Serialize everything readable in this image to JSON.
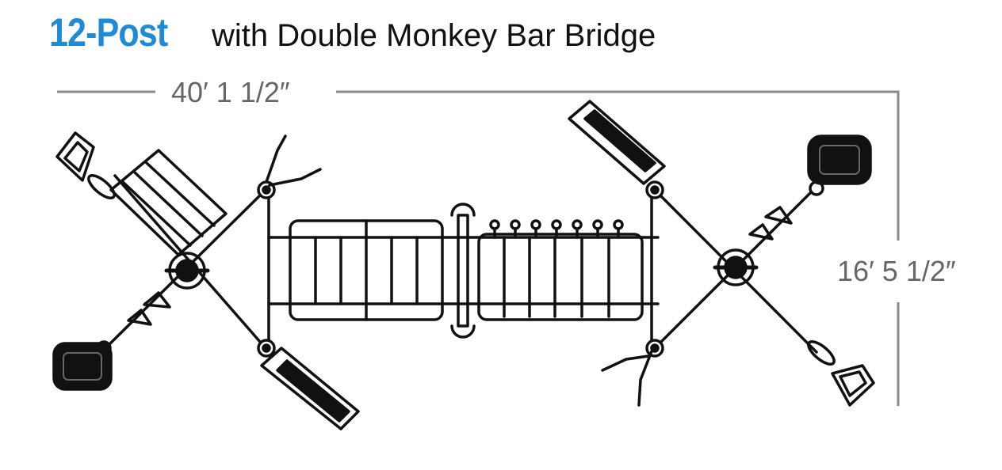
{
  "title": {
    "post_count": "12-Post",
    "rest": "with Double Monkey Bar Bridge",
    "accent_color": "#1f8ad6"
  },
  "dimensions": {
    "width": "40′ 1 1/2″",
    "depth": "16′ 5 1/2″",
    "line_color": "#8a8a8a"
  }
}
